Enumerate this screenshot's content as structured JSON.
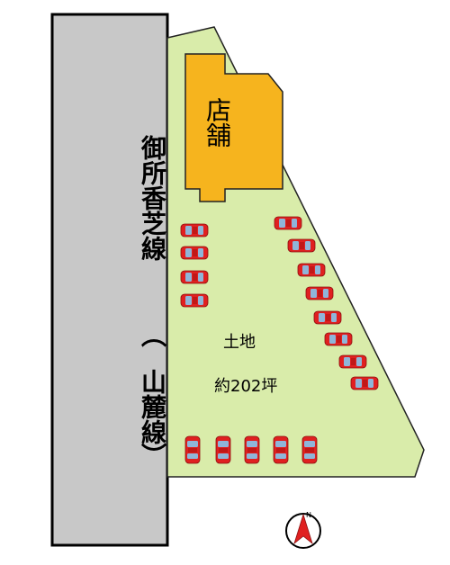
{
  "road": {
    "name": "御所香芝線",
    "alias_open": "（",
    "alias": "山麓線",
    "alias_close": "）"
  },
  "shop": {
    "label": "店舗"
  },
  "lot": {
    "label": "土地",
    "area": "約202坪"
  },
  "compass": {
    "north": "N"
  },
  "colors": {
    "road": "#c8c8c8",
    "lot": "#d9ecaa",
    "shop": "#f6b41e",
    "car_body": "#e02020",
    "car_glass": "#8fb5d9"
  },
  "parking": {
    "left_column_count": 4,
    "right_diagonal_count": 8,
    "bottom_row_count": 5
  }
}
